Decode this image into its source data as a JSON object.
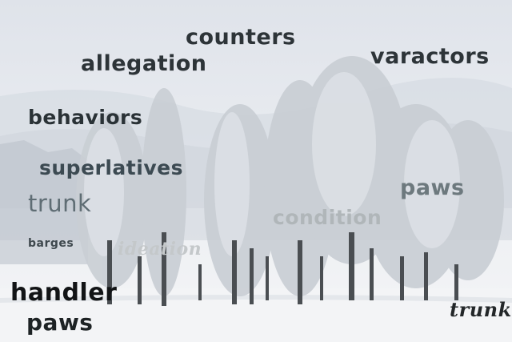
{
  "words": {
    "counters": "counters",
    "allegation": "allegation",
    "varactors": "varactors",
    "behaviors": "behaviors",
    "superlatives": "superlatives",
    "trunk_top": "trunk",
    "paws_right": "paws",
    "condition": "condition",
    "barges": "barges",
    "ideation": "ideation",
    "handler": "handler",
    "paws_bottom": "paws",
    "trunk_bottom": "trunk"
  },
  "colors": {
    "sky": "#dfe3ea",
    "snow": "#f4f5f7",
    "trunk": "#4a4e52",
    "frost": "#c8cdd3",
    "text_dark": "#2d3438"
  }
}
